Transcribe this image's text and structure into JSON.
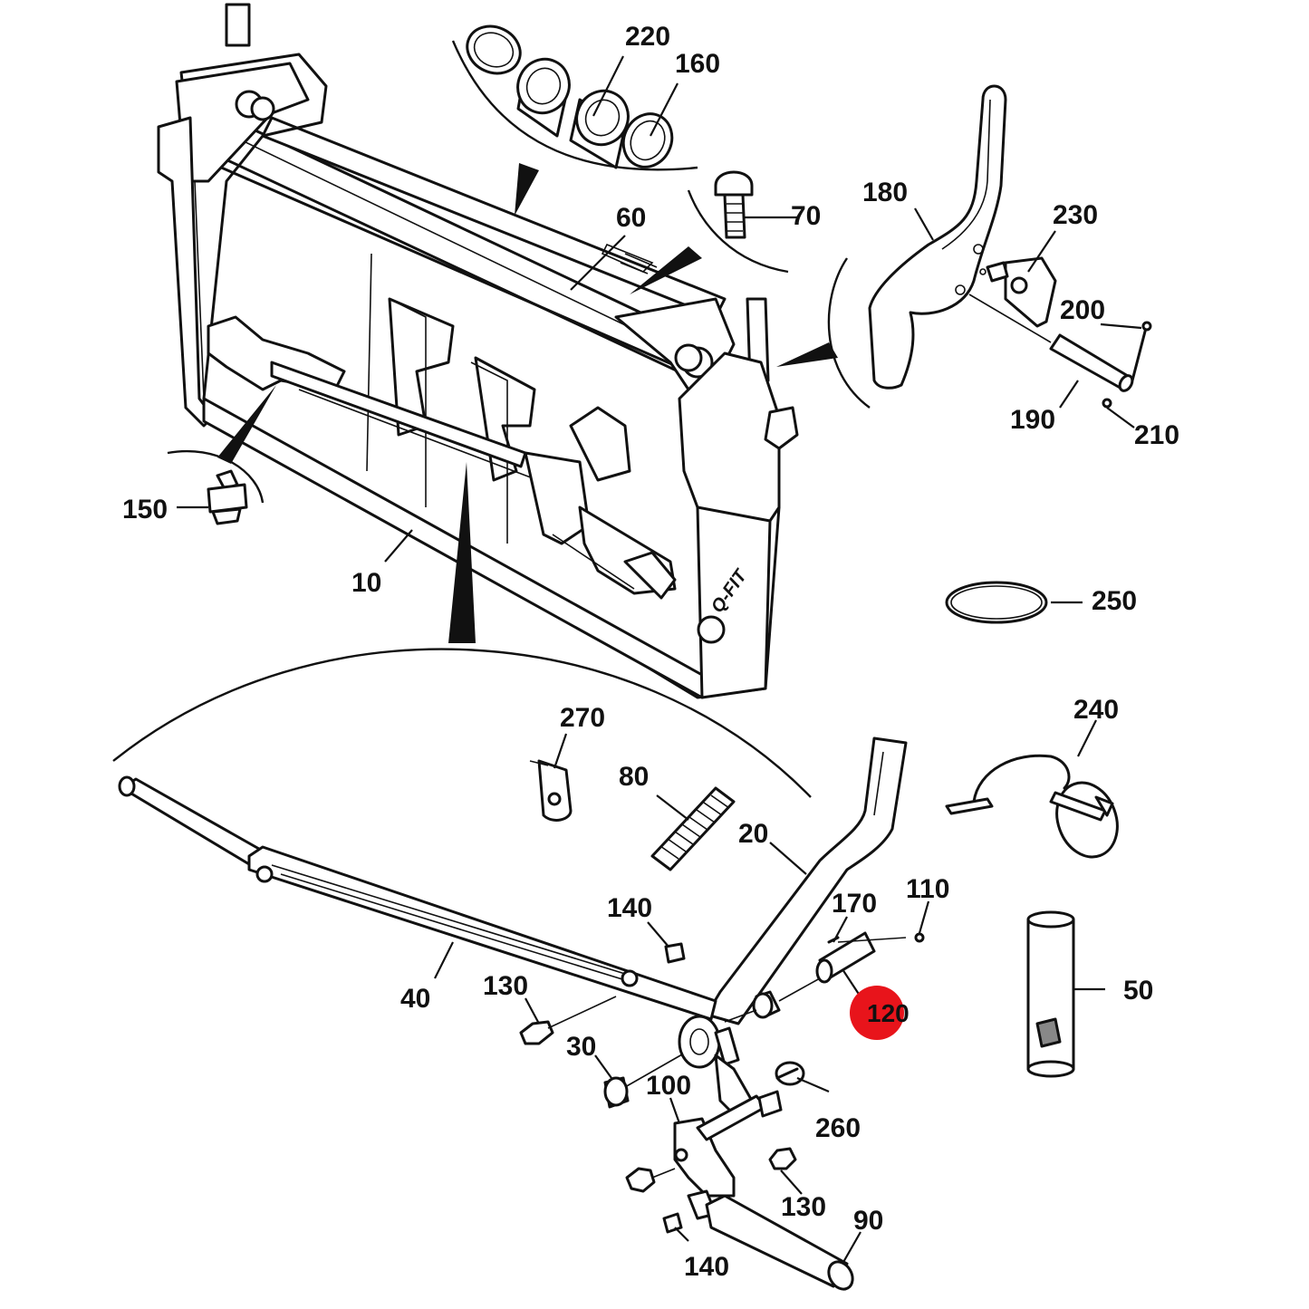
{
  "diagram": {
    "plate_marking": "Q-FIT",
    "highlight_color": "#e8141b",
    "highlighted_label": "120",
    "labels": {
      "l10": "10",
      "l20": "20",
      "l30": "30",
      "l40": "40",
      "l50": "50",
      "l60": "60",
      "l70": "70",
      "l80": "80",
      "l90": "90",
      "l100": "100",
      "l110": "110",
      "l120": "120",
      "l130a": "130",
      "l130b": "130",
      "l140a": "140",
      "l140b": "140",
      "l150": "150",
      "l160": "160",
      "l170": "170",
      "l180": "180",
      "l190": "190",
      "l200": "200",
      "l210": "210",
      "l220": "220",
      "l230": "230",
      "l240": "240",
      "l250": "250",
      "l260": "260",
      "l270": "270"
    }
  }
}
